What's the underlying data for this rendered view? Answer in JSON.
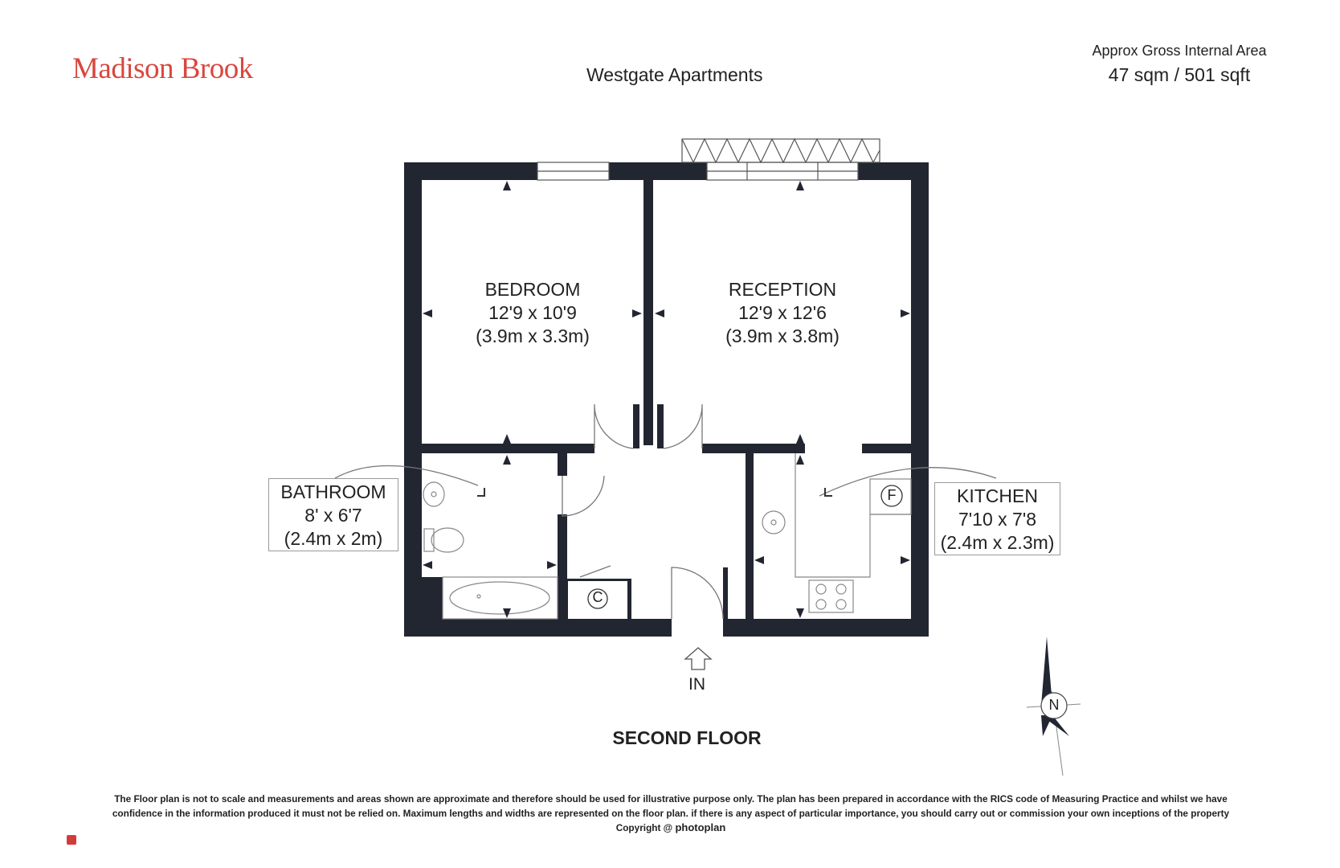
{
  "header": {
    "brand": "Madison Brook",
    "title": "Westgate Apartments",
    "area_label": "Approx Gross Internal Area",
    "area_value": "47 sqm / 501 sqft"
  },
  "rooms": {
    "bedroom": {
      "name": "BEDROOM",
      "imperial": "12'9 x 10'9",
      "metric": "(3.9m x 3.3m)"
    },
    "reception": {
      "name": "RECEPTION",
      "imperial": "12'9 x 12'6",
      "metric": "(3.9m x 3.8m)"
    },
    "bathroom": {
      "name": "BATHROOM",
      "imperial": "8' x 6'7",
      "metric": "(2.4m x 2m)"
    },
    "kitchen": {
      "name": "KITCHEN",
      "imperial": "7'10 x 7'8",
      "metric": "(2.4m x 2.3m)"
    }
  },
  "fixtures": {
    "cupboard": "C",
    "fridge": "F"
  },
  "entrance": "IN",
  "compass": "N",
  "floor_name": "SECOND FLOOR",
  "footer": {
    "line1": "The Floor plan is not to scale and measurements and areas shown are approximate and therefore should be used for illustrative purpose only. The plan has been prepared in accordance with the RICS code of Measuring Practice and whilst we have",
    "line2": "confidence in the information produced it must not be relied on. Maximum  lengths and widths are represented on the floor plan. if there is any aspect of particular importance, you should carry out or commission your own inceptions of the property",
    "copyright": "Copyright @",
    "logo_text": "photoplan"
  },
  "colors": {
    "brand": "#d9473f",
    "wall": "#222631"
  }
}
